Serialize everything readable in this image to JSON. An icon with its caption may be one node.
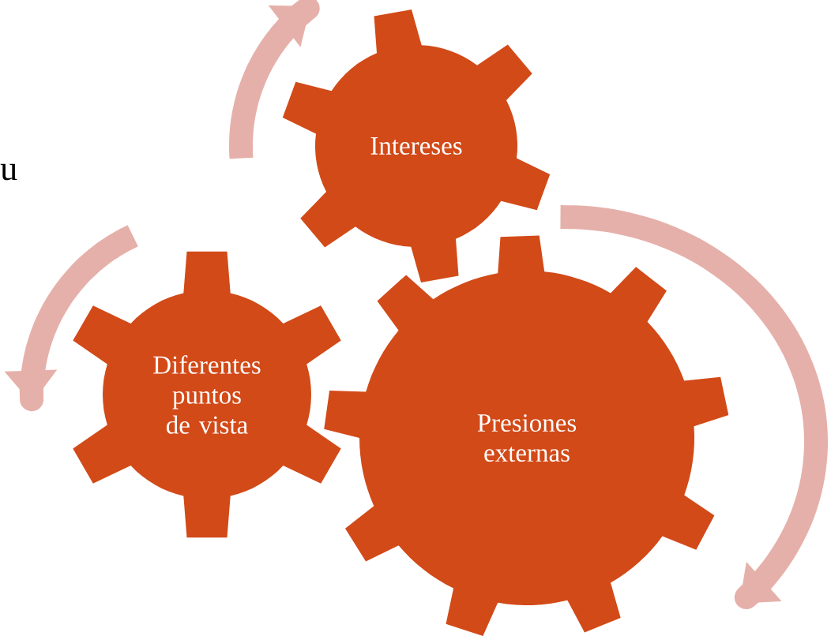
{
  "diagram": {
    "nodes": [
      {
        "text": [
          "Intereses"
        ]
      },
      {
        "text": [
          "Diferentes puntos de vista"
        ]
      },
      {
        "text": [
          "Presiones externas"
        ]
      }
    ],
    "labels": [
      "u"
    ]
  }
}
